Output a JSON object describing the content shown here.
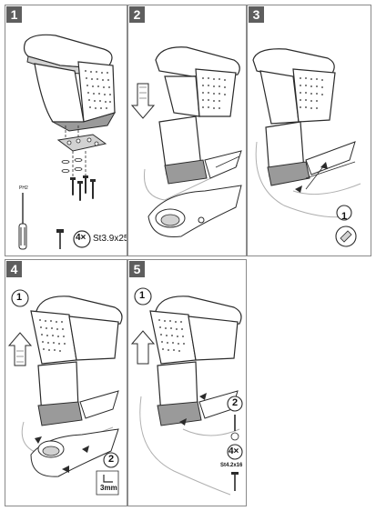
{
  "steps": [
    {
      "number": "1",
      "fastener": {
        "count": "4×",
        "spec": "St3.9x25"
      },
      "tool_label": "PH2"
    },
    {
      "number": "2"
    },
    {
      "number": "3",
      "callout": "1"
    },
    {
      "number": "4",
      "callout_a": "1",
      "callout_b": "2",
      "size": "3mm"
    },
    {
      "number": "5",
      "callout_a": "1",
      "callout_b": "2",
      "count": "4×",
      "spec": "St4.2x16"
    }
  ],
  "colors": {
    "border": "#8a8a8a",
    "badge": "#5e5e5e",
    "line": "#2b2b2b",
    "shade": "#9a9a9a",
    "light": "#d2d2d2"
  }
}
